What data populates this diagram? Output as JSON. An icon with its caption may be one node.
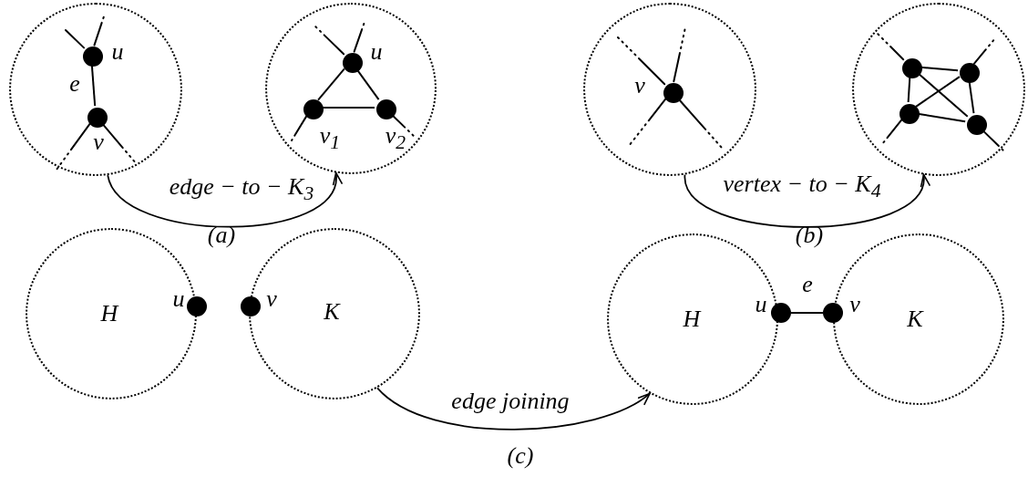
{
  "diagram": {
    "nodes": [
      {
        "text": [],
        "shape": "circle"
      },
      {
        "text": [],
        "shape": "circle",
        "in": 0,
        "beside": [
          "u"
        ]
      },
      {
        "text": [],
        "shape": "circle",
        "in": 0,
        "beside": [
          "v"
        ]
      },
      {
        "text": [],
        "shape": "circle"
      },
      {
        "text": [],
        "shape": "circle",
        "in": 3,
        "beside": [
          "u"
        ]
      },
      {
        "text": [],
        "shape": "circle",
        "in": 3,
        "beside": [
          "v$_{1}$"
        ]
      },
      {
        "text": [],
        "shape": "circle",
        "in": 3,
        "beside": [
          "v$_{2}$"
        ]
      },
      {
        "text": [],
        "shape": "circle"
      },
      {
        "text": [],
        "shape": "circle",
        "in": 7,
        "beside": [
          "v"
        ]
      },
      {
        "text": [],
        "shape": "circle"
      },
      {
        "text": [],
        "shape": "circle",
        "in": 9
      },
      {
        "text": [],
        "shape": "circle",
        "in": 9
      },
      {
        "text": [],
        "shape": "circle",
        "in": 9
      },
      {
        "text": [],
        "shape": "circle",
        "in": 9
      },
      {
        "text": [
          "H"
        ]
      },
      {
        "text": [],
        "shape": "circle",
        "beside": [
          "u"
        ]
      },
      {
        "text": [],
        "shape": "circle",
        "beside": [
          "v"
        ]
      },
      {
        "text": [
          "K"
        ]
      },
      {
        "text": [
          "H"
        ]
      },
      {
        "text": [],
        "shape": "circle",
        "beside": [
          "u"
        ]
      },
      {
        "text": [],
        "shape": "circle",
        "beside": [
          "v"
        ]
      },
      {
        "text": [
          "K"
        ]
      }
    ],
    "edges": [
      {
        "from": 1,
        "to": 2,
        "arrow": "none",
        "label": "e"
      },
      {
        "from": 1,
        "to": null,
        "arrow": "none",
        "style": "dashed"
      },
      {
        "from": 1,
        "to": null,
        "arrow": "none",
        "style": "dashed"
      },
      {
        "from": 2,
        "to": null,
        "arrow": "none",
        "style": "dashed"
      },
      {
        "from": 2,
        "to": null,
        "arrow": "none",
        "style": "dashed"
      },
      {
        "from": 4,
        "to": 5,
        "arrow": "none"
      },
      {
        "from": 4,
        "to": 6,
        "arrow": "none"
      },
      {
        "from": 5,
        "to": 6,
        "arrow": "none"
      },
      {
        "from": 4,
        "to": null,
        "arrow": "none",
        "style": "dashed"
      },
      {
        "from": 4,
        "to": null,
        "arrow": "none",
        "style": "dashed"
      },
      {
        "from": 5,
        "to": null,
        "arrow": "none",
        "style": "dashed"
      },
      {
        "from": 6,
        "to": null,
        "arrow": "none",
        "style": "dashed"
      },
      {
        "from": 8,
        "to": null,
        "arrow": "none",
        "style": "dashed"
      },
      {
        "from": 8,
        "to": null,
        "arrow": "none",
        "style": "dashed"
      },
      {
        "from": 8,
        "to": null,
        "arrow": "none",
        "style": "dashed"
      },
      {
        "from": 8,
        "to": null,
        "arrow": "none",
        "style": "dashed"
      },
      {
        "from": 10,
        "to": 11,
        "arrow": "none"
      },
      {
        "from": 10,
        "to": 12,
        "arrow": "none"
      },
      {
        "from": 10,
        "to": 13,
        "arrow": "none"
      },
      {
        "from": 11,
        "to": 12,
        "arrow": "none"
      },
      {
        "from": 11,
        "to": 13,
        "arrow": "none"
      },
      {
        "from": 12,
        "to": 13,
        "arrow": "none"
      },
      {
        "from": 10,
        "to": null,
        "arrow": "none",
        "style": "dashed"
      },
      {
        "from": 11,
        "to": null,
        "arrow": "none",
        "style": "dashed"
      },
      {
        "from": 12,
        "to": null,
        "arrow": "none",
        "style": "dashed"
      },
      {
        "from": 13,
        "to": null,
        "arrow": "none",
        "style": "dashed"
      },
      {
        "from": 19,
        "to": 20,
        "arrow": "none",
        "label": "e"
      },
      {
        "from": 0,
        "to": 3,
        "arrow": "to",
        "label": "edge − to − K$_{3}$"
      },
      {
        "from": 7,
        "to": 9,
        "arrow": "to",
        "label": "vertex − to − K$_{4}$"
      },
      {
        "from": 17,
        "to": 18,
        "arrow": "to",
        "label": "edge joining"
      }
    ],
    "labels": [
      "(a)",
      "(b)",
      "(c)"
    ]
  }
}
